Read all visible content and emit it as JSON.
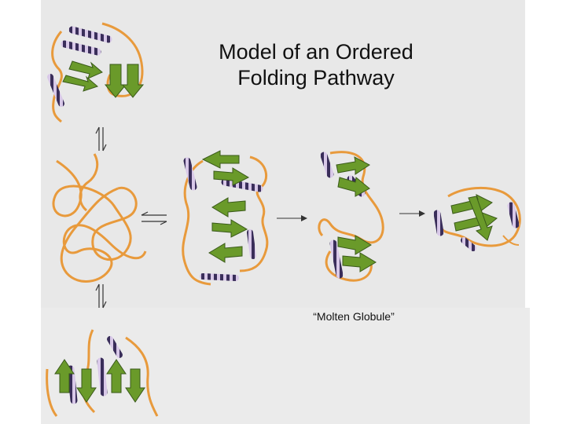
{
  "diagram": {
    "title": "Model of an Ordered\nFolding Pathway",
    "caption": "“Molten Globule”",
    "colors": {
      "background": "#e8e8e8",
      "coil": "#e89a3c",
      "strand": "#6a9a2a",
      "helix_dark": "#3a2e5a",
      "helix_light": "#d8c8e8",
      "arrow": "#333333"
    },
    "stages": [
      "native-like top structure",
      "unfolded coil",
      "intermediate",
      "molten globule",
      "native fold",
      "misfolded structure"
    ]
  }
}
